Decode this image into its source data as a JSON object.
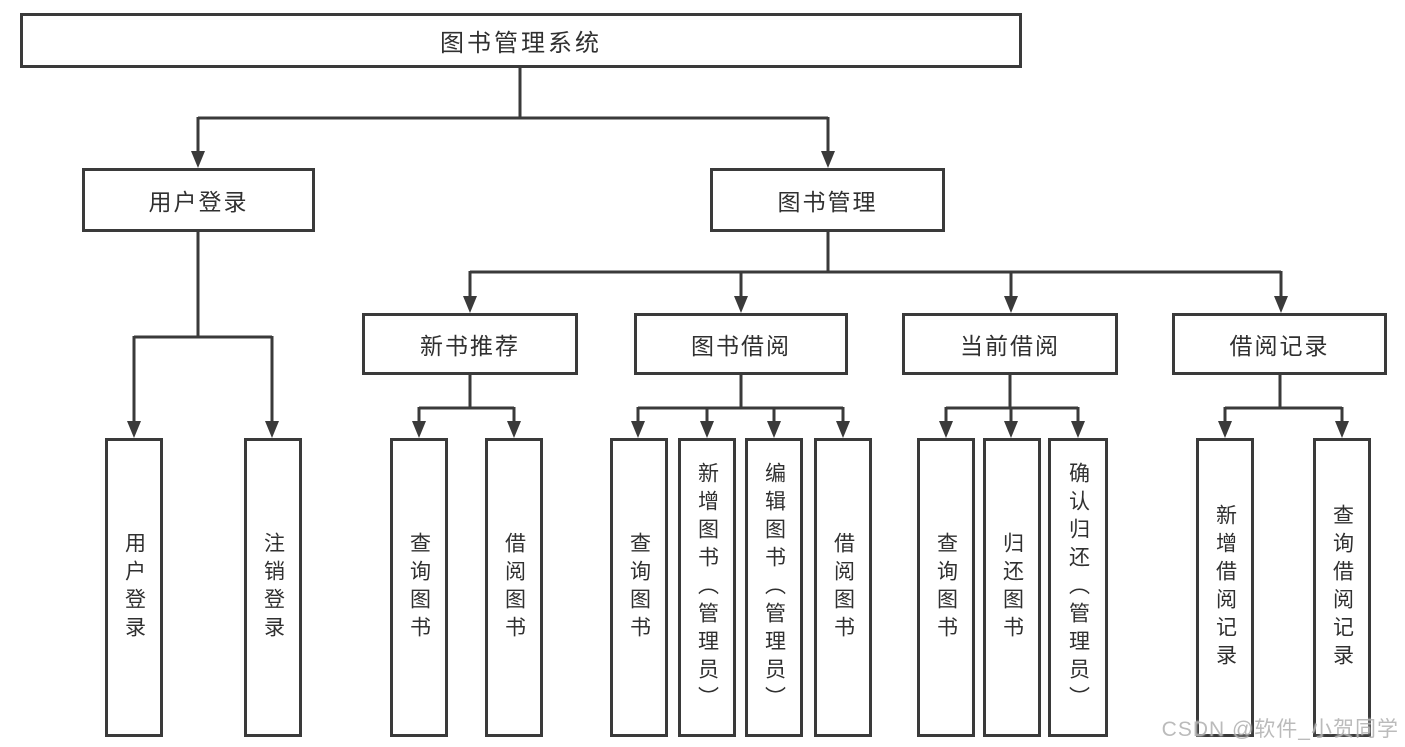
{
  "colors": {
    "line": "#3a3a3a",
    "text": "#303030",
    "box_background": "#ffffff",
    "page_background": "#ffffff",
    "watermark": "#b4b4b4"
  },
  "watermark": {
    "text": "CSDN @软件_小贺同学"
  },
  "tree": {
    "root": {
      "label": "图书管理系统"
    },
    "branches": [
      {
        "label": "用户登录",
        "children": [
          {
            "label": "用户登录"
          },
          {
            "label": "注销登录"
          }
        ]
      },
      {
        "label": "图书管理",
        "groups": [
          {
            "label": "新书推荐",
            "children": [
              {
                "label": "查询图书"
              },
              {
                "label": "借阅图书"
              }
            ]
          },
          {
            "label": "图书借阅",
            "children": [
              {
                "label": "查询图书"
              },
              {
                "label": "新增图书（管理员）"
              },
              {
                "label": "编辑图书（管理员）"
              },
              {
                "label": "借阅图书"
              }
            ]
          },
          {
            "label": "当前借阅",
            "children": [
              {
                "label": "查询图书"
              },
              {
                "label": "归还图书"
              },
              {
                "label": "确认归还（管理员）"
              }
            ]
          },
          {
            "label": "借阅记录",
            "children": [
              {
                "label": "新增借阅记录"
              },
              {
                "label": "查询借阅记录"
              }
            ]
          }
        ]
      }
    ]
  }
}
